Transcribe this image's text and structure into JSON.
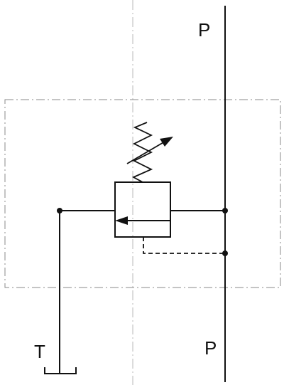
{
  "labels": {
    "p_top": "P",
    "p_bottom": "P",
    "t": "T"
  },
  "colors": {
    "line": "#111111",
    "centerline": "#b8b8b8",
    "boundary": "#8a8a8a",
    "background": "#ffffff"
  }
}
